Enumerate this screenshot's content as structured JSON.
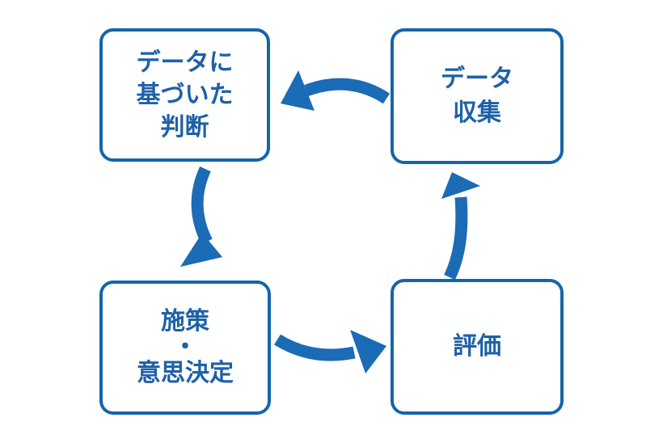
{
  "diagram": {
    "type": "cycle",
    "background": "#ffffff",
    "colors": {
      "box_border": "#1565ab",
      "box_fill": "#ffffff",
      "text": "#1d61a8",
      "arrow": "#1b6bb6"
    },
    "nodes": [
      {
        "id": "data-driven-judgment",
        "label": "データに基づいた判断",
        "lines": [
          "データに",
          "基づいた",
          "判断"
        ],
        "position": "top-left"
      },
      {
        "id": "data-collection",
        "label": "データ収集",
        "lines": [
          "データ",
          "収集"
        ],
        "position": "top-right"
      },
      {
        "id": "measures-decision",
        "label": "施策・意思決定",
        "lines": [
          "施策",
          "・",
          "意思決定"
        ],
        "position": "bottom-left"
      },
      {
        "id": "evaluation",
        "label": "評価",
        "lines": [
          "評価"
        ],
        "position": "bottom-right"
      }
    ],
    "edges": [
      {
        "from": "data-collection",
        "to": "data-driven-judgment",
        "direction": "left"
      },
      {
        "from": "data-driven-judgment",
        "to": "measures-decision",
        "direction": "down"
      },
      {
        "from": "measures-decision",
        "to": "evaluation",
        "direction": "right"
      },
      {
        "from": "evaluation",
        "to": "data-collection",
        "direction": "up"
      }
    ]
  }
}
